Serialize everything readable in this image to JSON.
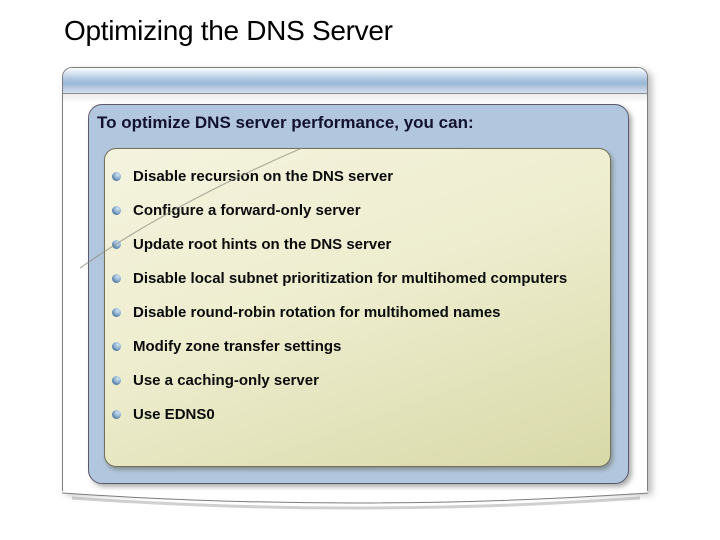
{
  "slide": {
    "title": "Optimizing the DNS Server",
    "header": "To optimize DNS server performance, you can:",
    "bullets": [
      "Disable recursion on the DNS server",
      "Configure a forward-only server",
      "Update root hints on the DNS server",
      "Disable local subnet prioritization for multihomed computers",
      "Disable round-robin rotation for multihomed names",
      "Modify zone transfer settings",
      "Use a caching-only server",
      "Use EDNS0"
    ],
    "icons": {
      "bullet": "sphere-bullet-icon"
    },
    "colors": {
      "title_text": "#000000",
      "header_box_fill": "#b2c7de",
      "header_text": "#12122e",
      "content_box_top": "#f4f3de",
      "content_box_bottom": "#d8d9a8",
      "titlebar_blue": "#9bb8d5",
      "bullet_sphere": "#44719f",
      "bullet_text": "#0b0b0b",
      "panel_border": "#7d7d7d"
    }
  }
}
